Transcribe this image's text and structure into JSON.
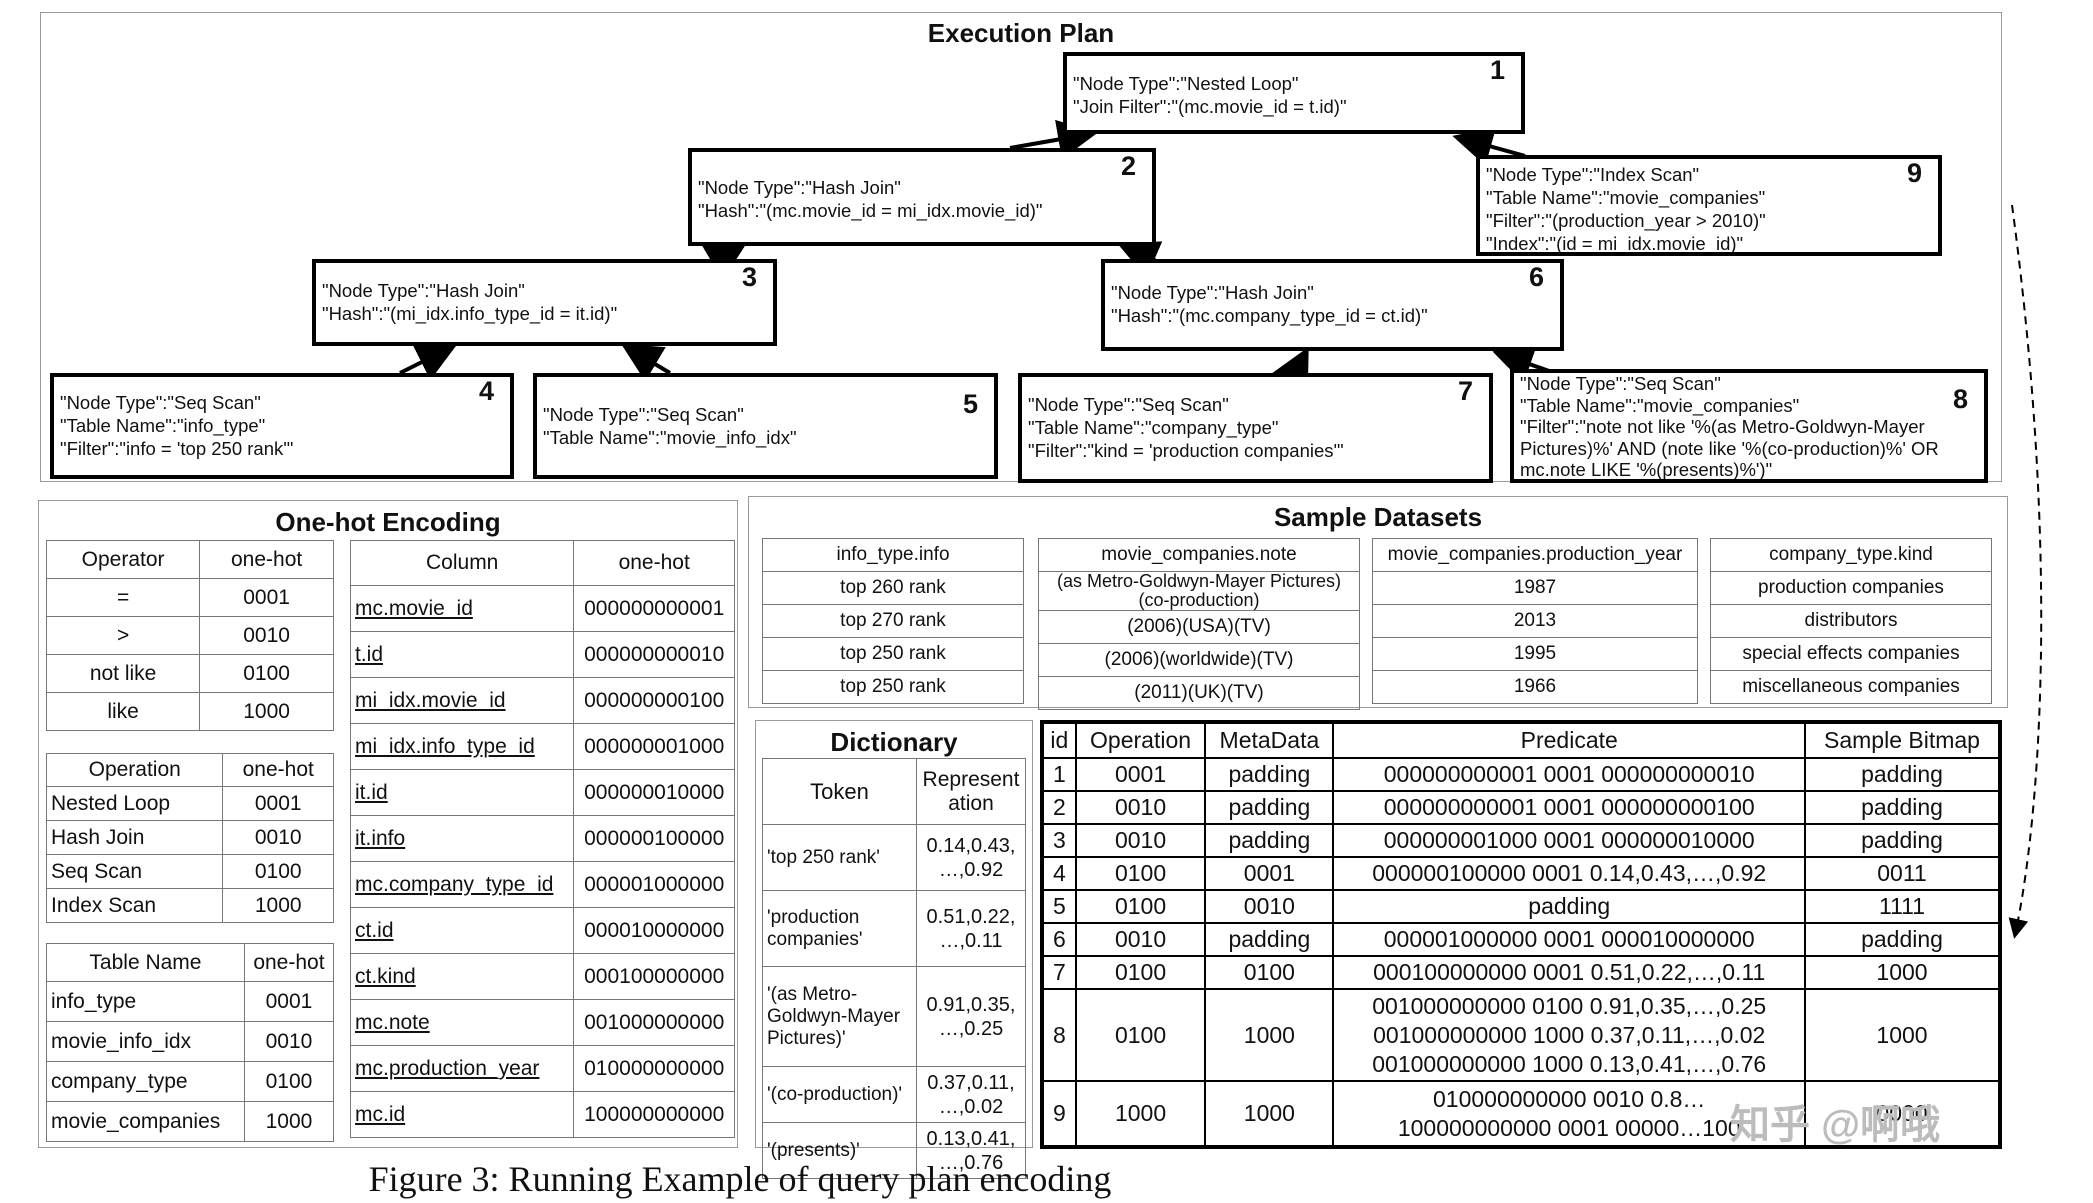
{
  "execution_plan": {
    "title": "Execution Plan",
    "nodes": [
      {
        "num": "1",
        "lines": [
          "\"Node Type\":\"Nested Loop\"",
          "\"Join Filter\":\"(mc.movie_id = t.id)\""
        ]
      },
      {
        "num": "2",
        "lines": [
          "\"Node Type\":\"Hash Join\"",
          "\"Hash\":\"(mc.movie_id = mi_idx.movie_id)\""
        ]
      },
      {
        "num": "3",
        "lines": [
          "\"Node Type\":\"Hash Join\"",
          "\"Hash\":\"(mi_idx.info_type_id = it.id)\""
        ]
      },
      {
        "num": "4",
        "lines": [
          "\"Node Type\":\"Seq Scan\"",
          "\"Table Name\":\"info_type\"",
          "\"Filter\":\"info = 'top 250 rank'\""
        ]
      },
      {
        "num": "5",
        "lines": [
          "\"Node Type\":\"Seq Scan\"",
          "\"Table Name\":\"movie_info_idx\""
        ]
      },
      {
        "num": "6",
        "lines": [
          "\"Node Type\":\"Hash Join\"",
          "\"Hash\":\"(mc.company_type_id = ct.id)\""
        ]
      },
      {
        "num": "7",
        "lines": [
          "\"Node Type\":\"Seq Scan\"",
          "\"Table Name\":\"company_type\"",
          "\"Filter\":\"kind = 'production companies'\""
        ]
      },
      {
        "num": "8",
        "lines": [
          "\"Node Type\":\"Seq Scan\"",
          "\"Table Name\":\"movie_companies\"",
          "\"Filter\":\"note not like '%(as Metro-Goldwyn-Mayer",
          "Pictures)%' AND (note like '%(co-production)%' OR",
          "mc.note LIKE '%(presents)%')\""
        ]
      },
      {
        "num": "9",
        "lines": [
          "\"Node Type\":\"Index Scan\"",
          "\"Table Name\":\"movie_companies\"",
          "\"Filter\":\"(production_year > 2010)\"",
          "\"Index\":\"(id = mi_idx.movie_id)\""
        ]
      }
    ]
  },
  "one_hot": {
    "title": "One-hot Encoding",
    "operator_table": {
      "headers": [
        "Operator",
        "one-hot"
      ],
      "rows": [
        [
          "=",
          "0001"
        ],
        [
          ">",
          "0010"
        ],
        [
          "not like",
          "0100"
        ],
        [
          "like",
          "1000"
        ]
      ]
    },
    "operation_table": {
      "headers": [
        "Operation",
        "one-hot"
      ],
      "rows": [
        [
          "Nested Loop",
          "0001"
        ],
        [
          "Hash Join",
          "0010"
        ],
        [
          "Seq Scan",
          "0100"
        ],
        [
          "Index Scan",
          "1000"
        ]
      ]
    },
    "tablename_table": {
      "headers": [
        "Table Name",
        "one-hot"
      ],
      "rows": [
        [
          "info_type",
          "0001"
        ],
        [
          "movie_info_idx",
          "0010"
        ],
        [
          "company_type",
          "0100"
        ],
        [
          "movie_companies",
          "1000"
        ]
      ]
    },
    "column_table": {
      "headers": [
        "Column",
        "one-hot"
      ],
      "rows": [
        [
          "mc.movie_id",
          "000000000001"
        ],
        [
          "t.id",
          "000000000010"
        ],
        [
          "mi_idx.movie_id",
          "000000000100"
        ],
        [
          "mi_idx.info_type_id",
          "000000001000"
        ],
        [
          "it.id",
          "000000010000"
        ],
        [
          "it.info",
          "000000100000"
        ],
        [
          "mc.company_type_id",
          "000001000000"
        ],
        [
          "ct.id",
          "000010000000"
        ],
        [
          "ct.kind",
          "000100000000"
        ],
        [
          "mc.note",
          "001000000000"
        ],
        [
          "mc.production_year",
          "010000000000"
        ],
        [
          "mc.id",
          "100000000000"
        ]
      ]
    }
  },
  "sample_datasets": {
    "title": "Sample Datasets",
    "tables": [
      {
        "header": "info_type.info",
        "rows": [
          "top 260 rank",
          "top 270 rank",
          "top 250 rank",
          "top 250 rank"
        ]
      },
      {
        "header": "movie_companies.note",
        "rows": [
          "(as Metro-Goldwyn-Mayer Pictures) (co-production)",
          "(2006)(USA)(TV)",
          "(2006)(worldwide)(TV)",
          "(2011)(UK)(TV)"
        ]
      },
      {
        "header": "movie_companies.production_year",
        "rows": [
          "1987",
          "2013",
          "1995",
          "1966"
        ]
      },
      {
        "header": "company_type.kind",
        "rows": [
          "production companies",
          "distributors",
          "special effects companies",
          "miscellaneous companies"
        ]
      }
    ]
  },
  "dictionary": {
    "title": "Dictionary",
    "headers": [
      "Token",
      "Represent ation"
    ],
    "rows": [
      [
        "'top 250 rank'",
        "0.14,0.43, …,0.92"
      ],
      [
        "'production companies'",
        "0.51,0.22, …,0.11"
      ],
      [
        "'(as Metro-Goldwyn-Mayer Pictures)'",
        "0.91,0.35, …,0.25"
      ],
      [
        "'(co-production)'",
        "0.37,0.11, …,0.02"
      ],
      [
        "'(presents)'",
        "0.13,0.41, …,0.76"
      ]
    ]
  },
  "encoding_table": {
    "headers": [
      "id",
      "Operation",
      "MetaData",
      "Predicate",
      "Sample Bitmap"
    ],
    "rows": [
      {
        "id": "1",
        "operation": "0001",
        "metadata": "padding",
        "predicate": [
          "000000000001 0001 000000000010"
        ],
        "bitmap": "padding"
      },
      {
        "id": "2",
        "operation": "0010",
        "metadata": "padding",
        "predicate": [
          "000000000001 0001 000000000100"
        ],
        "bitmap": "padding"
      },
      {
        "id": "3",
        "operation": "0010",
        "metadata": "padding",
        "predicate": [
          "000000001000 0001 000000010000"
        ],
        "bitmap": "padding"
      },
      {
        "id": "4",
        "operation": "0100",
        "metadata": "0001",
        "predicate": [
          "000000100000 0001 0.14,0.43,…,0.92"
        ],
        "bitmap": "0011"
      },
      {
        "id": "5",
        "operation": "0100",
        "metadata": "0010",
        "predicate": [
          "padding"
        ],
        "bitmap": "1111"
      },
      {
        "id": "6",
        "operation": "0010",
        "metadata": "padding",
        "predicate": [
          "000001000000 0001 000010000000"
        ],
        "bitmap": "padding"
      },
      {
        "id": "7",
        "operation": "0100",
        "metadata": "0100",
        "predicate": [
          "000100000000 0001 0.51,0.22,…,0.11"
        ],
        "bitmap": "1000"
      },
      {
        "id": "8",
        "operation": "0100",
        "metadata": "1000",
        "predicate": [
          "001000000000 0100 0.91,0.35,…,0.25",
          "001000000000 1000 0.37,0.11,…,0.02",
          "001000000000 1000 0.13,0.41,…,0.76"
        ],
        "bitmap": "1000"
      },
      {
        "id": "9",
        "operation": "1000",
        "metadata": "1000",
        "predicate": [
          "010000000000 0010 0.8…",
          "100000000000 0001 00000…100"
        ],
        "bitmap": "0000"
      }
    ]
  },
  "caption": "Figure 3: Running Example of query plan encoding",
  "watermark": "知乎 @啊哦"
}
